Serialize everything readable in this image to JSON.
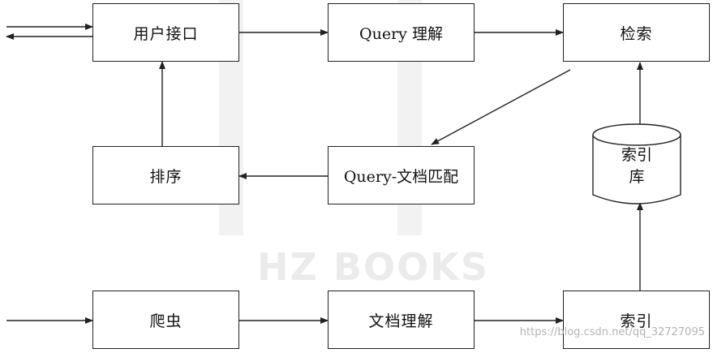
{
  "nodes": {
    "user_interface": "用户接口",
    "query_understanding": "Query 理解",
    "retrieval": "检索",
    "ranking": "排序",
    "query_doc_match": "Query-文档匹配",
    "index_db_line1": "索引",
    "index_db_line2": "库",
    "crawler": "爬虫",
    "doc_understanding": "文档理解",
    "indexing": "索引"
  },
  "watermark": {
    "publisher": "HZ BOOKS",
    "url": "https://blog.csdn.net/qq_32727095"
  },
  "colors": {
    "line": "#222222",
    "box_fill": "#ffffff",
    "watermark": "#ebebeb"
  }
}
